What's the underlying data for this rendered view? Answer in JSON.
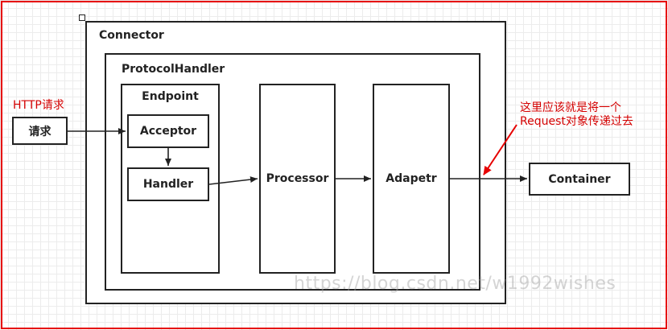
{
  "nodes": {
    "connector": "Connector",
    "protocol_handler": "ProtocolHandler",
    "endpoint": "Endpoint",
    "acceptor": "Acceptor",
    "handler": "Handler",
    "processor": "Processor",
    "adapter": "Adapetr",
    "container": "Container",
    "request": "请求"
  },
  "annotations": {
    "http_request": "HTTP请求",
    "note_line1": "这里应该就是将一个",
    "note_line2": "Request对象传递过去"
  },
  "watermark": "https://blog.csdn.net/w1992wishes",
  "colors": {
    "frame": "#e60000",
    "annotation": "#d40000",
    "stroke": "#222222"
  }
}
